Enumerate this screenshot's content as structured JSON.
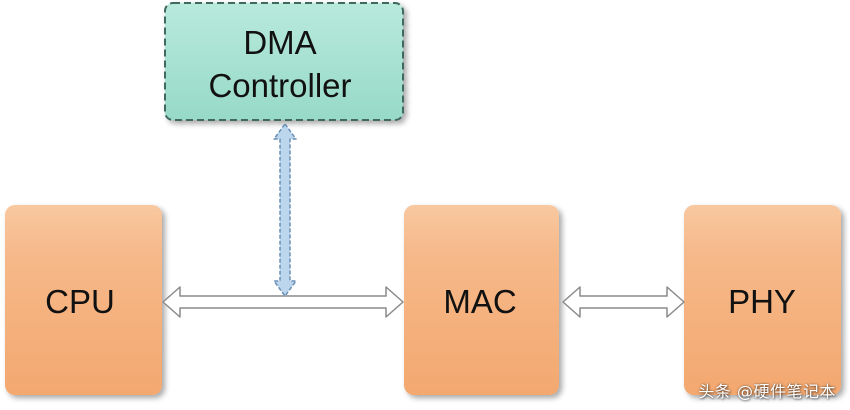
{
  "blocks": {
    "dma_line1": "DMA",
    "dma_line2": "Controller",
    "cpu": "CPU",
    "mac": "MAC",
    "phy": "PHY"
  },
  "watermark": "头条 @硬件笔记本",
  "colors": {
    "block_fill": "#F6B98A",
    "block_edge": "#F19A55",
    "dma_fill": "#A9E3D4",
    "dma_border": "#3F6B60",
    "bus_fill": "#FFFFFF",
    "bus_stroke": "#8A8A8A",
    "dma_bus_fill": "#BCD6EE",
    "dma_bus_stroke": "#6A8FB5"
  }
}
